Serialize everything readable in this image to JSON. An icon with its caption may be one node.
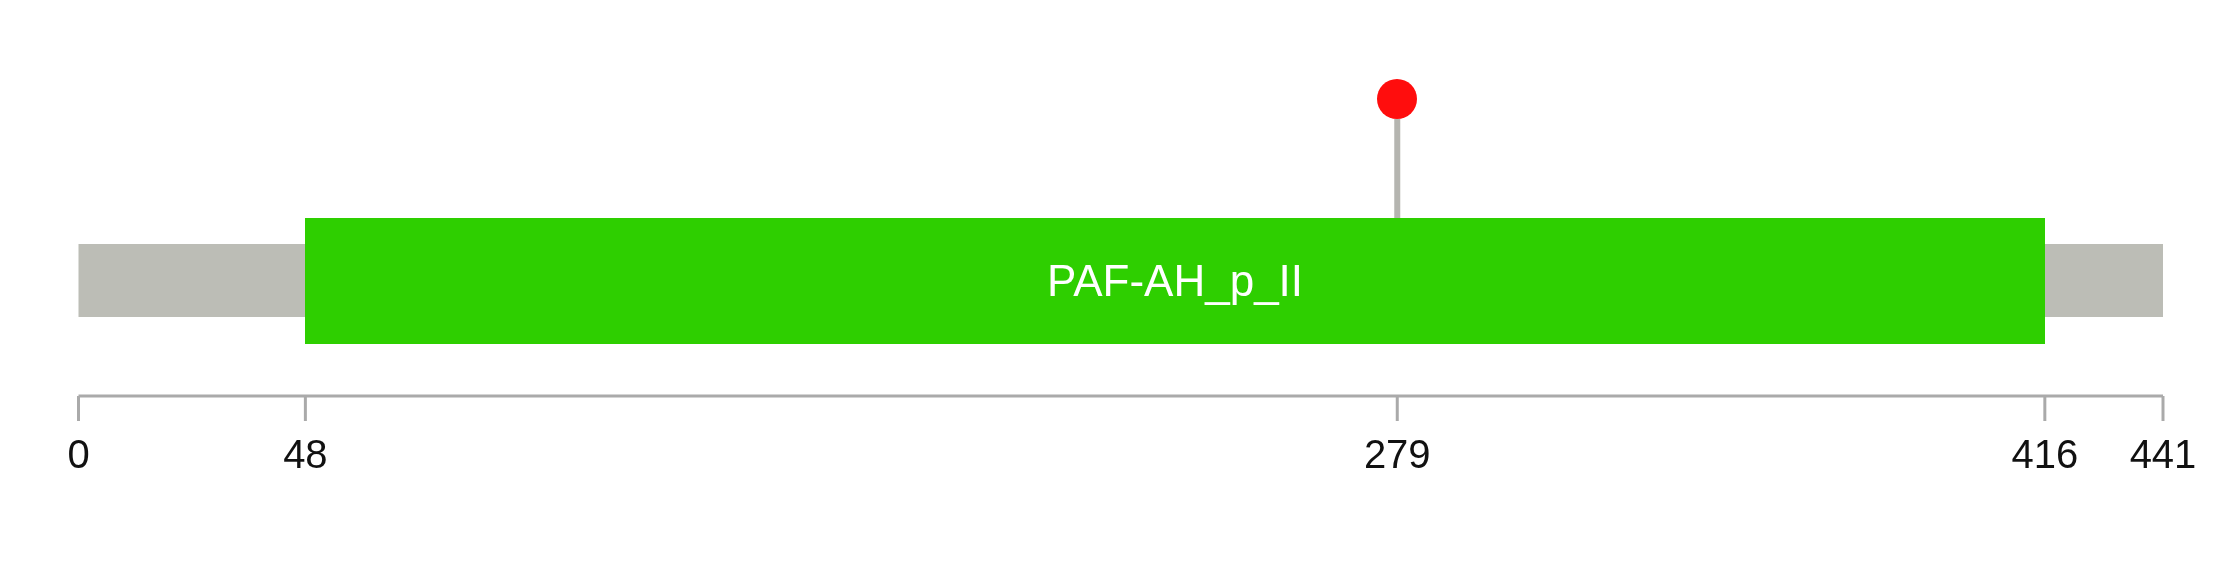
{
  "diagram": {
    "nodes": [
      {
        "text": [
          "PAF-AH_p_II"
        ]
      },
      {
        "text": [],
        "shape": "circle"
      }
    ],
    "edges": [
      {
        "from": 1,
        "to": 0,
        "arrow": "none"
      }
    ],
    "labels": [
      "0",
      "48",
      "279",
      "416",
      "441"
    ]
  }
}
